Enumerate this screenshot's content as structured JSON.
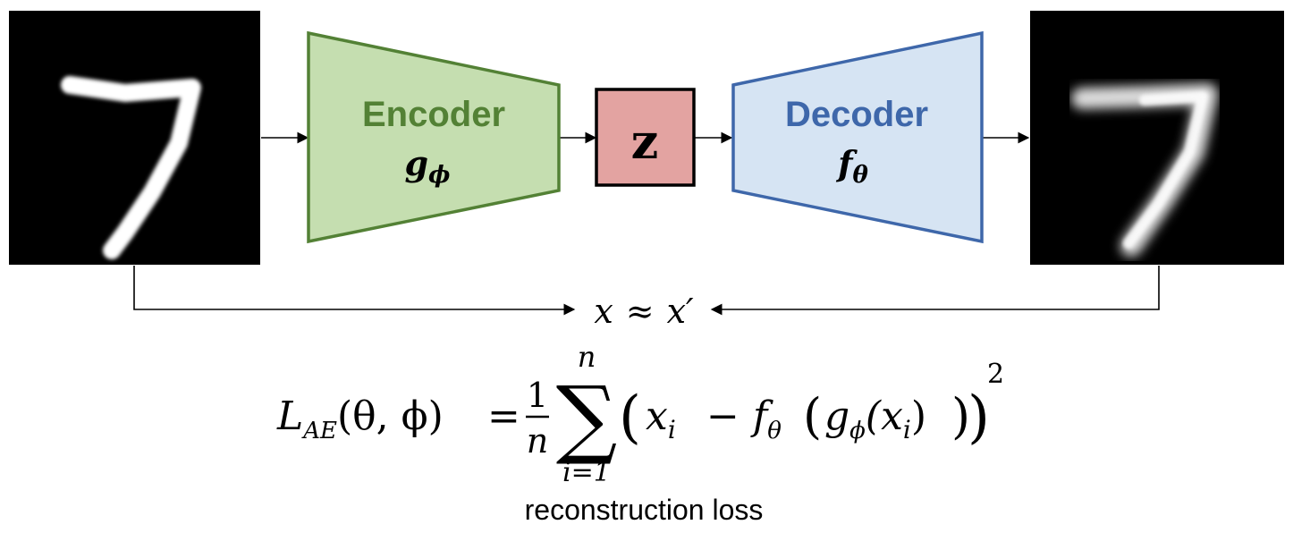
{
  "diagram": {
    "input_image": {
      "depicts": "handwritten digit 7 (input x)"
    },
    "output_image": {
      "depicts": "reconstructed digit 7 (output x')"
    },
    "encoder": {
      "label": "Encoder",
      "symbol": "g",
      "subscript": "ϕ",
      "fill": "#c5deb0",
      "stroke": "#538135",
      "text_color": "#538135"
    },
    "latent": {
      "label": "z",
      "fill": "#e3a3a1",
      "stroke": "#000000"
    },
    "decoder": {
      "label": "Decoder",
      "symbol": "f",
      "subscript": "θ",
      "fill": "#d6e4f3",
      "stroke": "#3e67aa",
      "text_color": "#3e67aa"
    },
    "approx": {
      "left": "x",
      "op": "≈",
      "right": "x′"
    },
    "formula": {
      "lhs_symbol": "L",
      "lhs_subscript": "AE",
      "lhs_args": "(θ, ϕ)",
      "equals": "=",
      "frac_num": "1",
      "frac_den": "n",
      "sum_top": "n",
      "sum_sign": "∑",
      "sum_bottom": "i=1",
      "open_paren": "(",
      "x_i": "x",
      "x_i_sub": "i",
      "minus": "−",
      "f": "f",
      "f_sub": "θ",
      "g": "g",
      "g_sub": "ϕ",
      "inner": "(x",
      "inner_sub": "i",
      "inner_close": ")",
      "close_paren": ")",
      "power": "2"
    },
    "caption": "reconstruction loss"
  }
}
